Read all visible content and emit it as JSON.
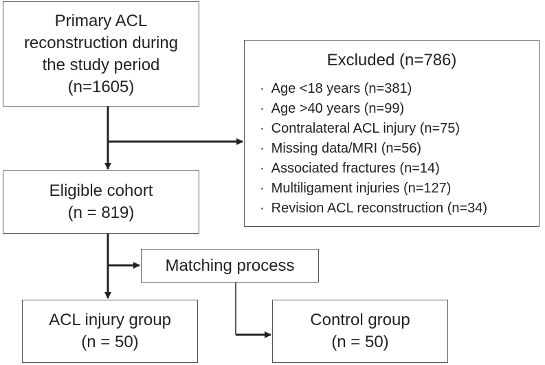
{
  "primary": {
    "lines": [
      "Primary ACL",
      "reconstruction during",
      "the study period",
      "(n=1605)"
    ]
  },
  "excluded": {
    "title": "Excluded (n=786)",
    "bullet": "·",
    "items": [
      "Age <18 years (n=381)",
      "Age >40 years (n=99)",
      "Contralateral ACL injury (n=75)",
      "Missing data/MRI (n=56)",
      "Associated fractures (n=14)",
      "Multiligament injuries (n=127)",
      "Revision ACL reconstruction (n=34)"
    ]
  },
  "eligible": {
    "lines": [
      "Eligible cohort",
      "(n = 819)"
    ]
  },
  "matching": {
    "label": "Matching process"
  },
  "injury_group": {
    "lines": [
      "ACL injury group",
      "(n = 50)"
    ]
  },
  "control_group": {
    "lines": [
      "Control group",
      "(n = 50)"
    ]
  },
  "colors": {
    "border": "#555555",
    "arrow": "#222222",
    "text": "#222222",
    "background": "#ffffff"
  }
}
